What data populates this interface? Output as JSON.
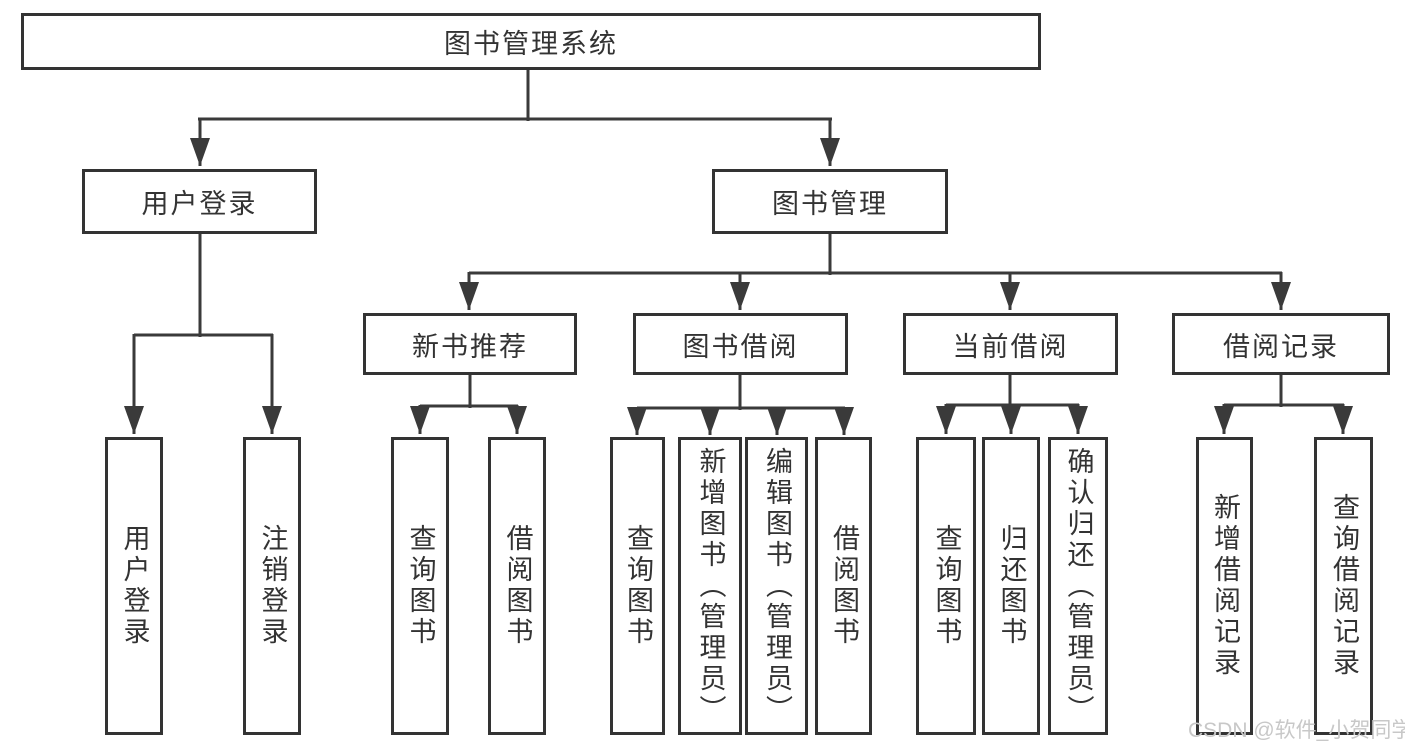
{
  "diagram": {
    "root": {
      "label": "图书管理系统",
      "children": [
        {
          "label": "用户登录",
          "children": [
            {
              "label": "用户登录"
            },
            {
              "label": "注销登录"
            }
          ]
        },
        {
          "label": "图书管理",
          "children": [
            {
              "label": "新书推荐",
              "children": [
                {
                  "label": "查询图书"
                },
                {
                  "label": "借阅图书"
                }
              ]
            },
            {
              "label": "图书借阅",
              "children": [
                {
                  "label": "查询图书"
                },
                {
                  "label": "新增图书（管理员）"
                },
                {
                  "label": "编辑图书（管理员）"
                },
                {
                  "label": "借阅图书"
                }
              ]
            },
            {
              "label": "当前借阅",
              "children": [
                {
                  "label": "查询图书"
                },
                {
                  "label": "归还图书"
                },
                {
                  "label": "确认归还（管理员）"
                }
              ]
            },
            {
              "label": "借阅记录",
              "children": [
                {
                  "label": "新增借阅记录"
                },
                {
                  "label": "查询借阅记录"
                }
              ]
            }
          ]
        }
      ]
    }
  },
  "watermark": {
    "text": "CSDN @软件_小贺同学"
  },
  "colors": {
    "line": "#3a3a3a",
    "box_border": "#333333",
    "text": "#333333",
    "watermark": "#c8c8c8",
    "background": "#ffffff"
  }
}
